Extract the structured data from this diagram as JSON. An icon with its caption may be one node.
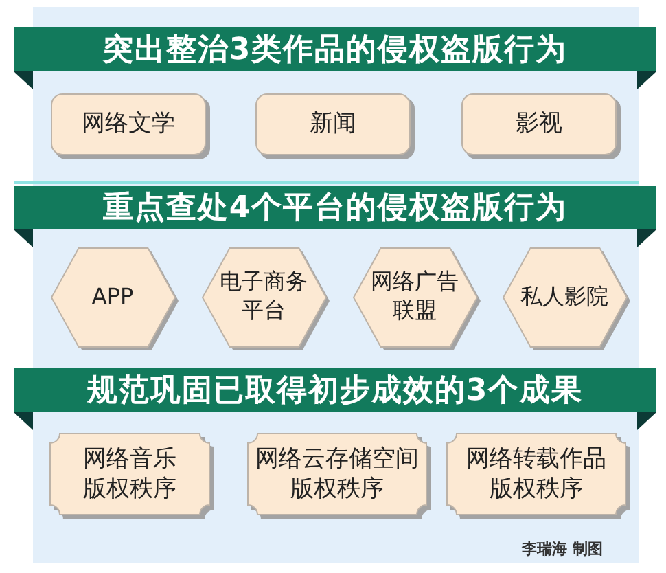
{
  "diagram": {
    "nodes": [
      {
        "text": [
          "突出整治3类作品的侵权盗版行为"
        ]
      },
      {
        "text": [
          "网络文学"
        ]
      },
      {
        "text": [
          "新闻"
        ]
      },
      {
        "text": [
          "影视"
        ]
      },
      {
        "text": [
          "重点查处4个平台的侵权盗版行为"
        ]
      },
      {
        "text": [
          "APP"
        ]
      },
      {
        "text": [
          "电子商务平台"
        ]
      },
      {
        "text": [
          "网络广告联盟"
        ]
      },
      {
        "text": [
          "私人影院"
        ]
      },
      {
        "text": [
          "规范巩固已取得初步成效的3个成果"
        ]
      },
      {
        "text": [
          "网络音乐版权秩序"
        ]
      },
      {
        "text": [
          "网络云存储空间版权秩序"
        ]
      },
      {
        "text": [
          "网络转载作品版权秩序"
        ]
      }
    ],
    "labels": [
      "李瑞海 制图"
    ]
  }
}
